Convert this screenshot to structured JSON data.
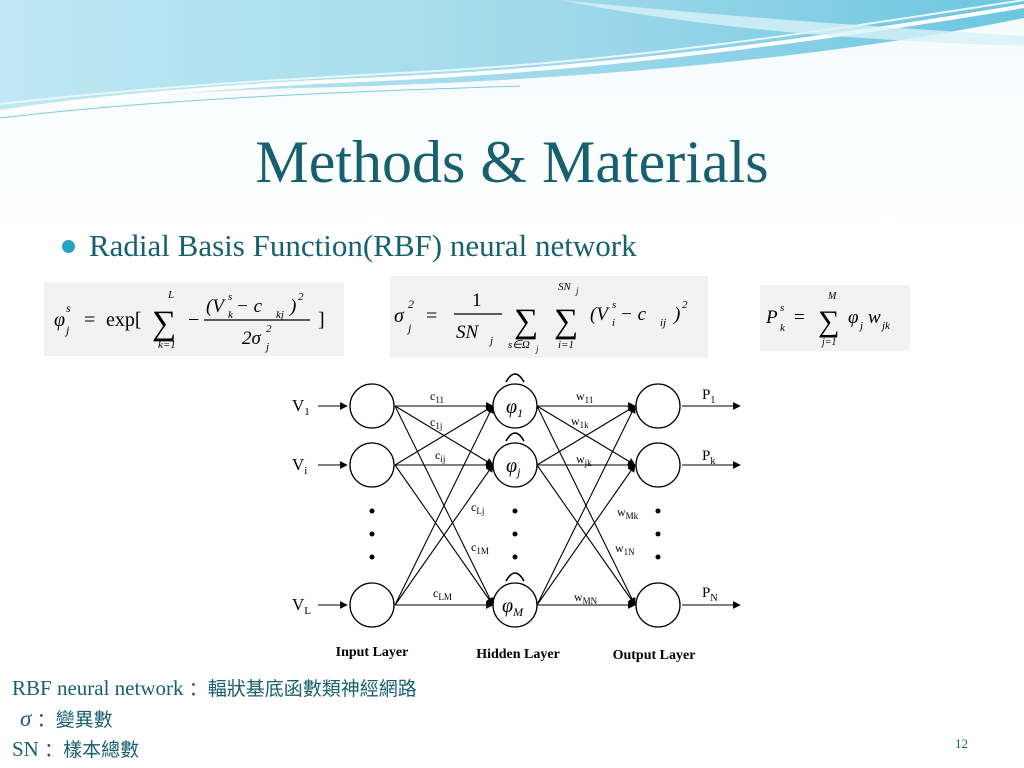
{
  "slide": {
    "title": "Methods & Materials",
    "bullet": "Radial Basis Function(RBF) neural network",
    "slide_number": "12"
  },
  "formulas": {
    "phi": {
      "lhs": "φ",
      "lhs_sup": "s",
      "lhs_sub": "j",
      "eq": "=",
      "func": "exp[",
      "sum_sup": "L",
      "sum_sub": "k=1",
      "minus": "−",
      "numerator": "(V",
      "num_sup": "s",
      "num_sub": "k",
      "num_mid": " − c",
      "num_sub2": "kj",
      "num_close": ")",
      "num_pow": "2",
      "denominator": "2σ",
      "den_sup": "2",
      "den_sub": "j",
      "close": "]"
    },
    "sigma": {
      "lhs": "σ",
      "lhs_sup": "2",
      "lhs_sub": "j",
      "eq": "=",
      "frac_num": "1",
      "frac_den": "SN",
      "frac_den_sub": "j",
      "sum1_sub": "s∈Ω",
      "sum1_sub2": "j",
      "sum2_sup": "SN",
      "sum2_sup_sub": "j",
      "sum2_sub": "i=1",
      "term": "(V",
      "term_sup": "s",
      "term_sub": "i",
      "term_mid": " − c",
      "term_sub2": "ij",
      "term_close": ")",
      "term_pow": "2"
    },
    "output": {
      "lhs": "P",
      "lhs_sup": "s",
      "lhs_sub": "k",
      "eq": "=",
      "sum_sup": "M",
      "sum_sub": "j=1",
      "term1": "φ",
      "term1_sub": "j",
      "term2": "w",
      "term2_sub": "jk"
    }
  },
  "diagram": {
    "inputs": [
      {
        "name": "V",
        "sub": "1"
      },
      {
        "name": "V",
        "sub": "i"
      },
      {
        "name": "V",
        "sub": "L"
      }
    ],
    "hidden": [
      {
        "name": "φ",
        "sub": "1"
      },
      {
        "name": "φ",
        "sub": "j"
      },
      {
        "name": "φ",
        "sub": "M"
      }
    ],
    "outputs": [
      {
        "name": "P",
        "sub": "1"
      },
      {
        "name": "P",
        "sub": "k"
      },
      {
        "name": "P",
        "sub": "N"
      }
    ],
    "center_labels": [
      {
        "name": "c",
        "sub": "11"
      },
      {
        "name": "c",
        "sub": "1j"
      },
      {
        "name": "c",
        "sub": "ij"
      },
      {
        "name": "c",
        "sub": "Lj"
      },
      {
        "name": "c",
        "sub": "1M"
      },
      {
        "name": "c",
        "sub": "LM"
      }
    ],
    "weight_labels": [
      {
        "name": "w",
        "sub": "11"
      },
      {
        "name": "w",
        "sub": "1k"
      },
      {
        "name": "w",
        "sub": "jk"
      },
      {
        "name": "w",
        "sub": "Mk"
      },
      {
        "name": "w",
        "sub": "1N"
      },
      {
        "name": "w",
        "sub": "MN"
      }
    ],
    "layers": [
      "Input Layer",
      "Hidden Layer",
      "Output Layer"
    ]
  },
  "notes": {
    "rbf_label": "RBF neural network",
    "rbf_colon": "：",
    "rbf_meaning": "輻狀基底函數類神經網路",
    "sigma_symbol": "σ",
    "sigma_colon": "：",
    "sigma_meaning": "變異數",
    "sn_label": "SN",
    "sn_colon": "：",
    "sn_meaning": "樣本總數"
  },
  "colors": {
    "title": "#17606f",
    "bullet": "#27a3c7",
    "header_wave_light": "#a9dfee",
    "header_wave_dark": "#5bc1de"
  }
}
